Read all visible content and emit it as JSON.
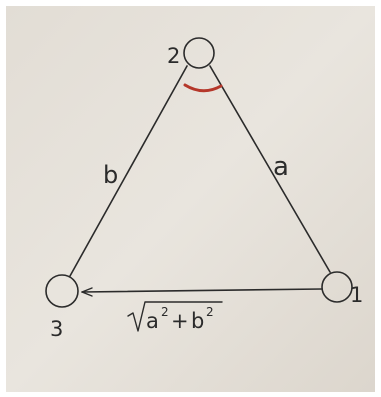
{
  "nodes": [
    {
      "id": "node-1",
      "label": "1"
    },
    {
      "id": "node-2",
      "label": "2"
    },
    {
      "id": "node-3",
      "label": "3"
    }
  ],
  "edges": [
    {
      "id": "edge-2-1",
      "label": "a"
    },
    {
      "id": "edge-2-3",
      "label": "b"
    },
    {
      "id": "edge-1-3",
      "label_base1": "a",
      "label_exp1": "2",
      "label_plus": "+",
      "label_base2": "b",
      "label_exp2": "2"
    }
  ],
  "colors": {
    "paper": "#e5e0d8",
    "ink": "#2b2b2b",
    "angle_mark": "#b5372a",
    "border": "#ffffff"
  }
}
